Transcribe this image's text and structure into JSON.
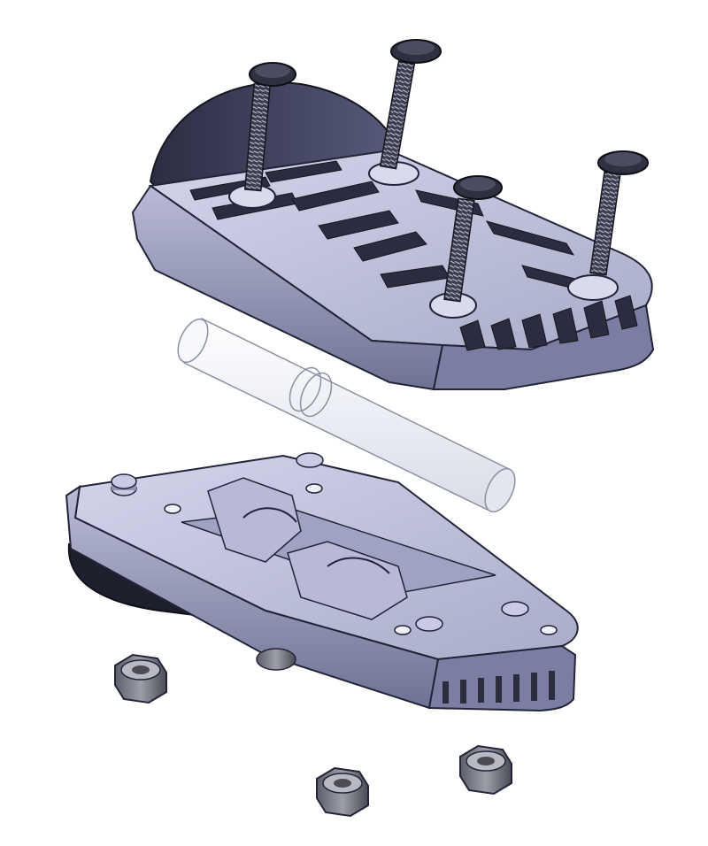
{
  "figure": {
    "kind": "exploded-assembly-render",
    "components": {
      "top_plate": "top-clamp-plate",
      "bottom_plate": "bottom-clamp-plate",
      "pin": "transparent-cylinder-pin",
      "screws": 4,
      "nuts": 4
    }
  },
  "colors": {
    "background": "#ffffff",
    "body_light": "#c4c6dc",
    "body_mid": "#8f92b3",
    "body_dark": "#3b3d58",
    "body_shadow": "#1e1f2c",
    "screw": "#2f3040",
    "nut": "#8a8b96",
    "pin_fill": "#f3f4f8",
    "pin_edge": "#8d8fa2"
  }
}
